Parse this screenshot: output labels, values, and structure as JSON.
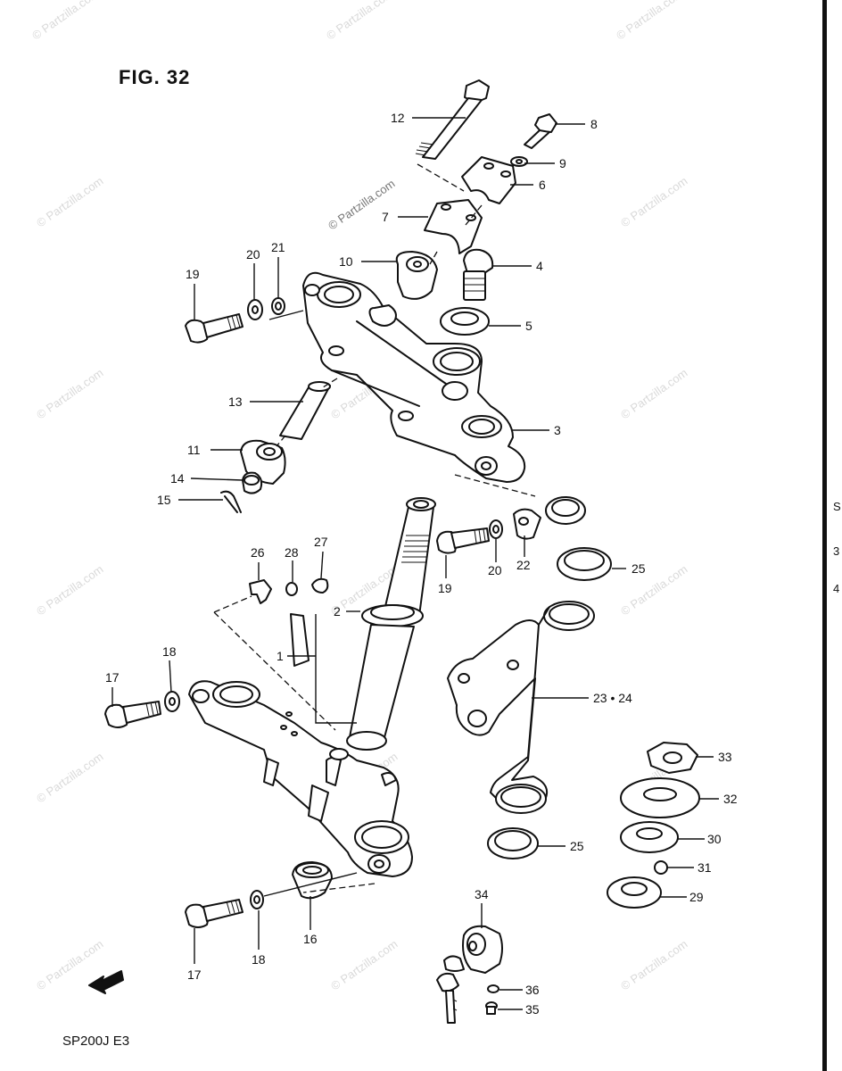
{
  "figure": {
    "title": "FIG. 32",
    "footer": "SP200J E3",
    "watermark": "© Partzilla.com",
    "edge_marks": [
      "S",
      "3",
      "4"
    ]
  },
  "callouts": [
    {
      "id": "c12",
      "label": "12"
    },
    {
      "id": "c8",
      "label": "8"
    },
    {
      "id": "c9",
      "label": "9"
    },
    {
      "id": "c6",
      "label": "6"
    },
    {
      "id": "c7",
      "label": "7"
    },
    {
      "id": "c10",
      "label": "10"
    },
    {
      "id": "c4",
      "label": "4"
    },
    {
      "id": "c19a",
      "label": "19"
    },
    {
      "id": "c20a",
      "label": "20"
    },
    {
      "id": "c21",
      "label": "21"
    },
    {
      "id": "c5",
      "label": "5"
    },
    {
      "id": "c13",
      "label": "13"
    },
    {
      "id": "c3",
      "label": "3"
    },
    {
      "id": "c11",
      "label": "11"
    },
    {
      "id": "c14",
      "label": "14"
    },
    {
      "id": "c15",
      "label": "15"
    },
    {
      "id": "c26",
      "label": "26"
    },
    {
      "id": "c28",
      "label": "28"
    },
    {
      "id": "c27",
      "label": "27"
    },
    {
      "id": "c19b",
      "label": "19"
    },
    {
      "id": "c20b",
      "label": "20"
    },
    {
      "id": "c22",
      "label": "22"
    },
    {
      "id": "c25a",
      "label": "25"
    },
    {
      "id": "c2",
      "label": "2"
    },
    {
      "id": "c1",
      "label": "1"
    },
    {
      "id": "c17a",
      "label": "17"
    },
    {
      "id": "c18a",
      "label": "18"
    },
    {
      "id": "c2324",
      "label": "23 • 24"
    },
    {
      "id": "c33",
      "label": "33"
    },
    {
      "id": "c32",
      "label": "32"
    },
    {
      "id": "c30",
      "label": "30"
    },
    {
      "id": "c25b",
      "label": "25"
    },
    {
      "id": "c31",
      "label": "31"
    },
    {
      "id": "c29",
      "label": "29"
    },
    {
      "id": "c34",
      "label": "34"
    },
    {
      "id": "c16",
      "label": "16"
    },
    {
      "id": "c17b",
      "label": "17"
    },
    {
      "id": "c18b",
      "label": "18"
    },
    {
      "id": "c36",
      "label": "36"
    },
    {
      "id": "c35",
      "label": "35"
    }
  ]
}
